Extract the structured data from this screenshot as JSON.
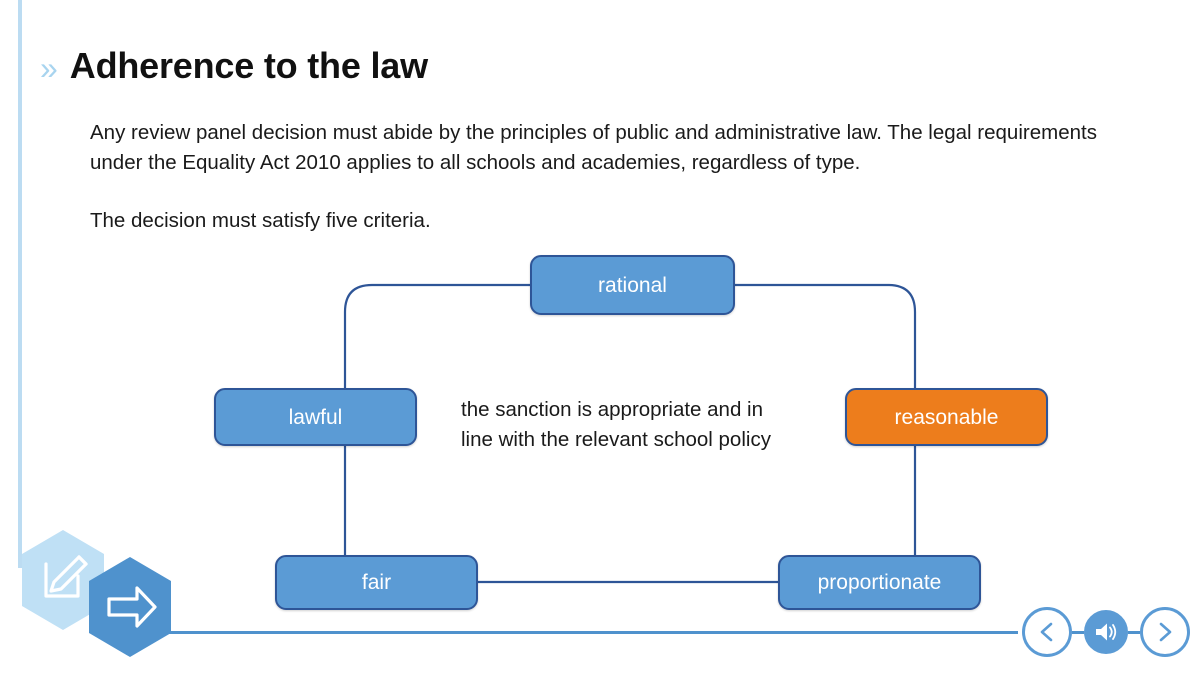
{
  "slide": {
    "title": "Adherence to the law",
    "title_icon": "double-chevron-right-icon",
    "paragraphs": [
      "Any review panel decision must abide by the principles of public and administrative law. The legal requirements under the Equality Act 2010 applies to all schools and academies, regardless of type.",
      "The decision must satisfy five criteria."
    ]
  },
  "diagram": {
    "type": "cycle",
    "center_note": "the sanction is appropriate and in line with the relevant school policy",
    "nodes": [
      {
        "id": "rational",
        "label": "rational",
        "state": "default",
        "fill": "#5b9bd5"
      },
      {
        "id": "lawful",
        "label": "lawful",
        "state": "default",
        "fill": "#5b9bd5"
      },
      {
        "id": "reasonable",
        "label": "reasonable",
        "state": "highlighted",
        "fill": "#ed7d1c"
      },
      {
        "id": "fair",
        "label": "fair",
        "state": "default",
        "fill": "#5b9bd5"
      },
      {
        "id": "proportionate",
        "label": "proportionate",
        "state": "default",
        "fill": "#5b9bd5"
      }
    ],
    "connector_color": "#2e5597"
  },
  "tools": {
    "edit_icon": "pencil-edit-icon",
    "forward_icon": "arrow-right-icon"
  },
  "nav": {
    "previous_icon": "chevron-left-icon",
    "audio_icon": "speaker-icon",
    "next_icon": "chevron-right-icon"
  },
  "colors": {
    "accent_blue": "#5b9bd5",
    "accent_orange": "#ed7d1c",
    "outline_blue": "#2e5597",
    "pale_blue": "#bcdcf2"
  }
}
